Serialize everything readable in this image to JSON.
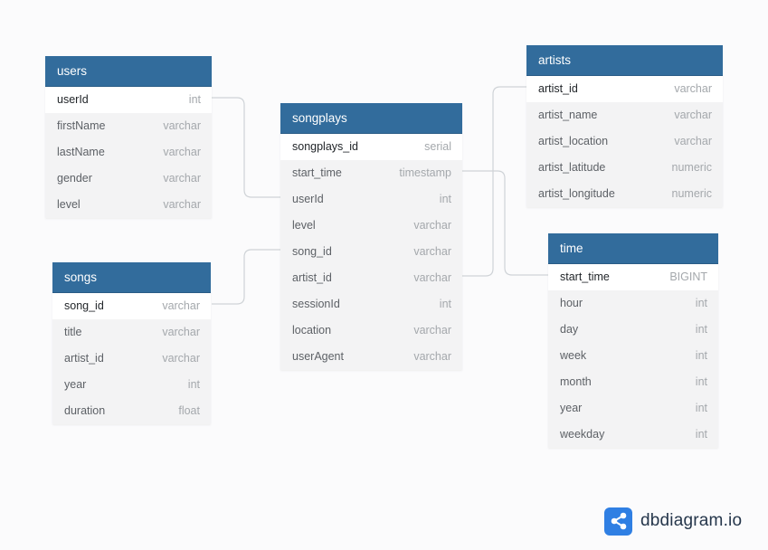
{
  "tables": {
    "users": {
      "name": "users",
      "fields": [
        {
          "name": "userId",
          "type": "int"
        },
        {
          "name": "firstName",
          "type": "varchar"
        },
        {
          "name": "lastName",
          "type": "varchar"
        },
        {
          "name": "gender",
          "type": "varchar"
        },
        {
          "name": "level",
          "type": "varchar"
        }
      ]
    },
    "songs": {
      "name": "songs",
      "fields": [
        {
          "name": "song_id",
          "type": "varchar"
        },
        {
          "name": "title",
          "type": "varchar"
        },
        {
          "name": "artist_id",
          "type": "varchar"
        },
        {
          "name": "year",
          "type": "int"
        },
        {
          "name": "duration",
          "type": "float"
        }
      ]
    },
    "songplays": {
      "name": "songplays",
      "fields": [
        {
          "name": "songplays_id",
          "type": "serial"
        },
        {
          "name": "start_time",
          "type": "timestamp"
        },
        {
          "name": "userId",
          "type": "int"
        },
        {
          "name": "level",
          "type": "varchar"
        },
        {
          "name": "song_id",
          "type": "varchar"
        },
        {
          "name": "artist_id",
          "type": "varchar"
        },
        {
          "name": "sessionId",
          "type": "int"
        },
        {
          "name": "location",
          "type": "varchar"
        },
        {
          "name": "userAgent",
          "type": "varchar"
        }
      ]
    },
    "artists": {
      "name": "artists",
      "fields": [
        {
          "name": "artist_id",
          "type": "varchar"
        },
        {
          "name": "artist_name",
          "type": "varchar"
        },
        {
          "name": "artist_location",
          "type": "varchar"
        },
        {
          "name": "artist_latitude",
          "type": "numeric"
        },
        {
          "name": "artist_longitude",
          "type": "numeric"
        }
      ]
    },
    "time": {
      "name": "time",
      "fields": [
        {
          "name": "start_time",
          "type": "BIGINT"
        },
        {
          "name": "hour",
          "type": "int"
        },
        {
          "name": "day",
          "type": "int"
        },
        {
          "name": "week",
          "type": "int"
        },
        {
          "name": "month",
          "type": "int"
        },
        {
          "name": "year",
          "type": "int"
        },
        {
          "name": "weekday",
          "type": "int"
        }
      ]
    }
  },
  "brand": {
    "text": "dbdiagram.io",
    "icon": "share-nodes-icon",
    "color": "#2f7fe3"
  },
  "colors": {
    "header": "#326c9c",
    "connector": "#cfd3d7"
  }
}
